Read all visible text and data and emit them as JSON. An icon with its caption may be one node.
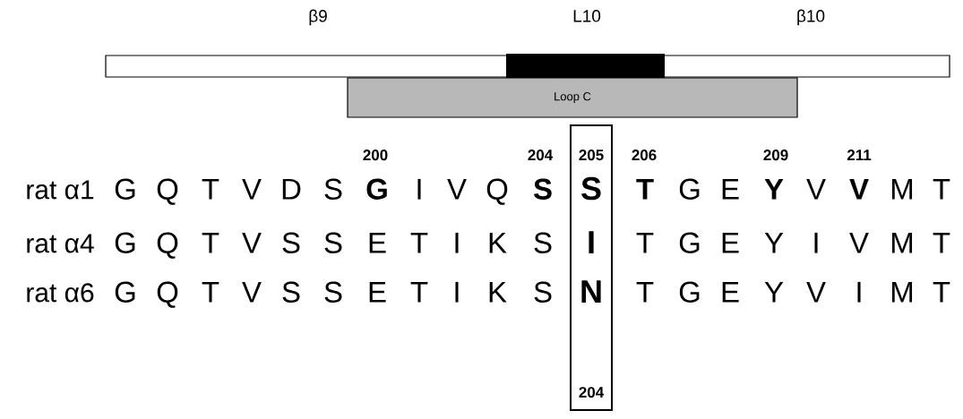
{
  "diagram": {
    "nodes": [
      {
        "text": [
          "Loop C"
        ]
      },
      {
        "text": [
          "205",
          "**S**",
          "**I**",
          "**N**",
          "204"
        ]
      }
    ],
    "labels": [
      "β9",
      "L10",
      "β10",
      "200",
      "204",
      "206",
      "209",
      "211",
      "rat α1",
      "G",
      "Q",
      "T",
      "V",
      "D",
      "S",
      "**G**",
      "I",
      "V",
      "Q",
      "**S**",
      "**T**",
      "G",
      "E",
      "**Y**",
      "V",
      "**V**",
      "M",
      "T",
      "rat α4",
      "G",
      "Q",
      "T",
      "V",
      "S",
      "S",
      "E",
      "T",
      "I",
      "K",
      "S",
      "T",
      "G",
      "E",
      "Y",
      "I",
      "V",
      "M",
      "T",
      "rat α6",
      "G",
      "Q",
      "T",
      "V",
      "S",
      "S",
      "E",
      "T",
      "I",
      "K",
      "S",
      "T",
      "G",
      "E",
      "Y",
      "V",
      "I",
      "M",
      "T"
    ]
  }
}
